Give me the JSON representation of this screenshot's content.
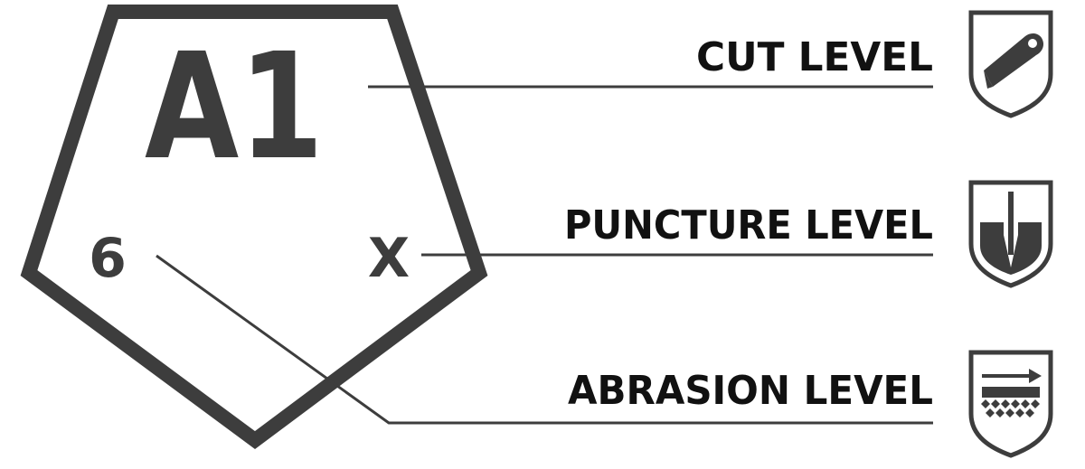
{
  "badge": {
    "main_code": "A1",
    "left_value": "6",
    "right_value": "X"
  },
  "labels": {
    "cut": "CUT LEVEL",
    "puncture": "PUNCTURE LEVEL",
    "abrasion": "ABRASION LEVEL"
  },
  "colors": {
    "outline": "#3d3d3d",
    "text": "#111111",
    "background": "#ffffff"
  },
  "icons": [
    "cut-shield-icon",
    "puncture-shield-icon",
    "abrasion-shield-icon"
  ]
}
